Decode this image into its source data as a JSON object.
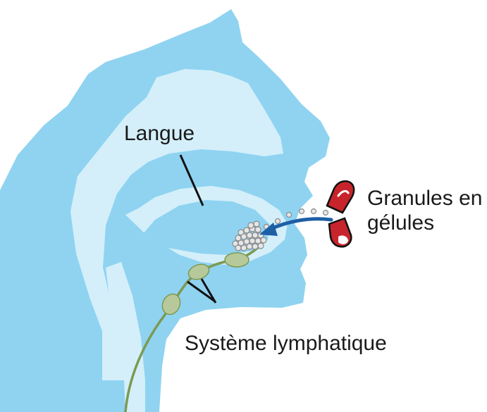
{
  "labels": {
    "tongue": "Langue",
    "granules_line1": "Granules en",
    "granules_line2": "gélules",
    "lymphatic": "Système lymphatique"
  },
  "colors": {
    "tissue_dark": "#8fd3f1",
    "tissue_light": "#d4effa",
    "lymph_line": "#7c9a52",
    "lymph_node": "#b7c99a",
    "capsule_red": "#c8242b",
    "arrow": "#1e5fa6",
    "granule": "#d8d8d8",
    "text": "#1a1a1a"
  },
  "icons": [
    "capsule-icon",
    "granules-icon",
    "arrow-icon"
  ]
}
